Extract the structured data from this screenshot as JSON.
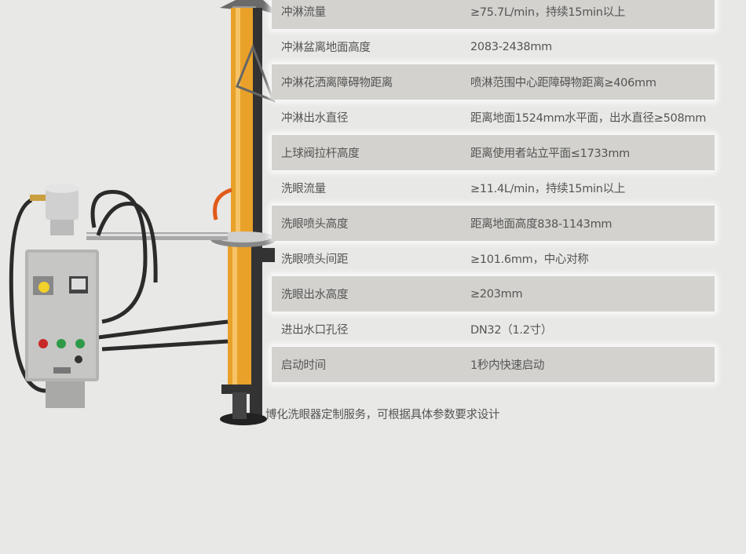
{
  "specs": [
    {
      "label": "冲淋流量",
      "value": "≥75.7L/min，持续15min以上"
    },
    {
      "label": "冲淋盆离地面高度",
      "value": "2083-2438mm"
    },
    {
      "label": "冲淋花洒离障碍物距离",
      "value": "喷淋范围中心距障碍物距离≥406mm"
    },
    {
      "label": "冲淋出水直径",
      "value": "距离地面1524mm水平面，出水直径≥508mm"
    },
    {
      "label": "上球阀拉杆高度",
      "value": "距离使用者站立平面≤1733mm"
    },
    {
      "label": "洗眼流量",
      "value": "≥11.4L/min，持续15min以上"
    },
    {
      "label": "洗眼喷头高度",
      "value": "距离地面高度838-1143mm"
    },
    {
      "label": "洗眼喷头间距",
      "value": "≥101.6mm，中心对称"
    },
    {
      "label": "洗眼出水高度",
      "value": "≥203mm"
    },
    {
      "label": "进出水口孔径",
      "value": "DN32（1.2寸）"
    },
    {
      "label": "启动时间",
      "value": "1秒内快速启动"
    }
  ],
  "footer_note": "博化洗眼器定制服务，可根据具体参数要求设计",
  "colors": {
    "pipe": "#e9a12a",
    "row_shade": "#d3d2ce",
    "background": "#e8e8e6",
    "text": "#555555"
  }
}
